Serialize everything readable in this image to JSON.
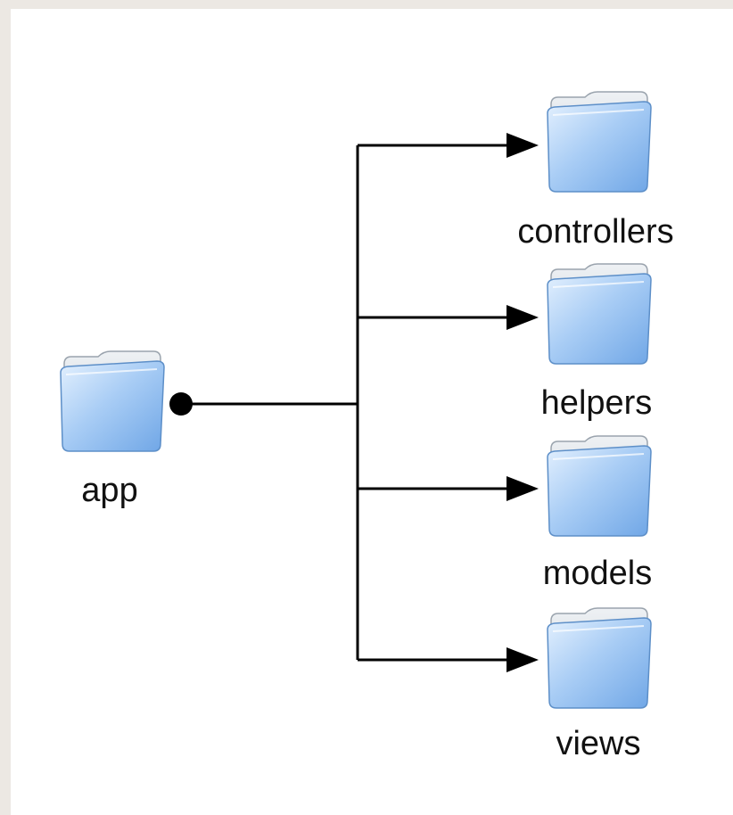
{
  "diagram": {
    "root": {
      "name": "app",
      "icon": "folder-icon"
    },
    "children": [
      {
        "name": "controllers",
        "icon": "folder-icon"
      },
      {
        "name": "helpers",
        "icon": "folder-icon"
      },
      {
        "name": "models",
        "icon": "folder-icon"
      },
      {
        "name": "views",
        "icon": "folder-icon"
      }
    ]
  },
  "colors": {
    "page_background": "#ece8e3",
    "canvas": "#ffffff",
    "connector": "#000000",
    "folder_face_light": "#cfe4fb",
    "folder_face_dark": "#7eb2ec",
    "folder_tab": "#d8dde3"
  }
}
